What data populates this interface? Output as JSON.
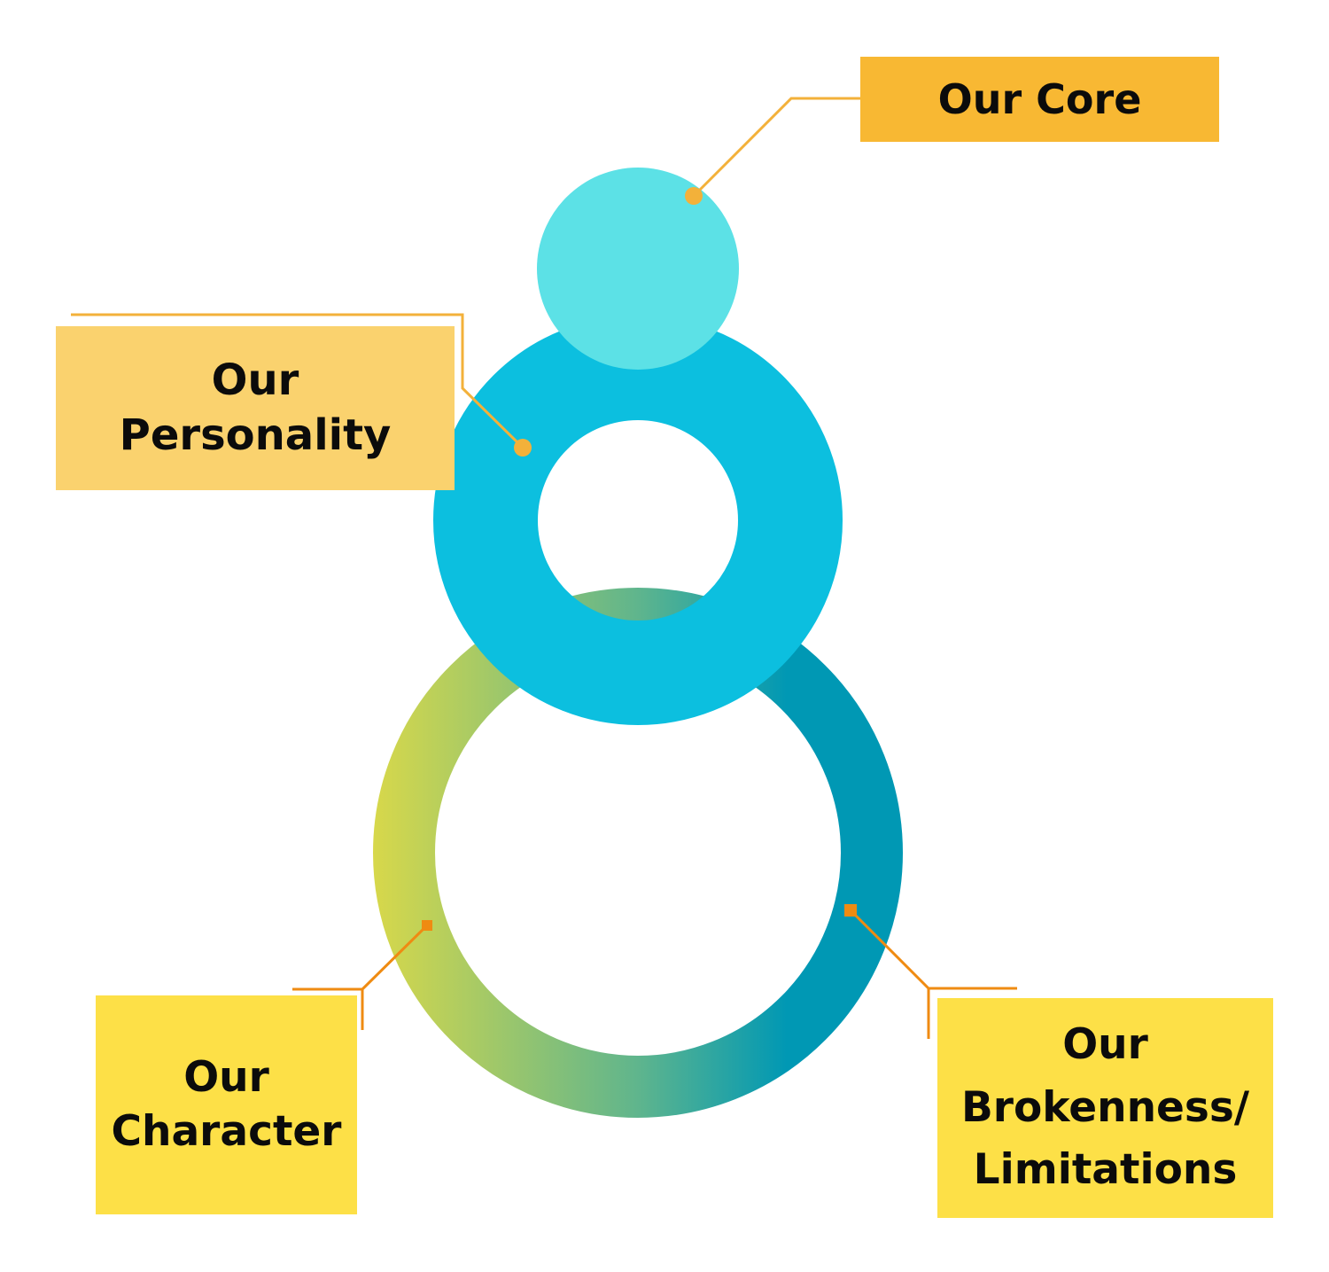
{
  "labels": {
    "core": {
      "line1": "Our Core"
    },
    "personality": {
      "line1": "Our",
      "line2": "Personality"
    },
    "character": {
      "line1": "Our",
      "line2": "Character"
    },
    "brokenness": {
      "line1": "Our",
      "line2": "Brokenness/",
      "line3": "Limitations"
    }
  },
  "colors": {
    "core_circle": "#5ce1e6",
    "personality_ring": "#0cbfdf",
    "character_ring_start": "#d8d84a",
    "character_ring_mid": "#5fb58d",
    "character_ring_end": "#0098b4",
    "core_box": "#f8b833",
    "personality_box": "#fad26e",
    "character_box": "#fde047",
    "brokenness_box": "#fde047",
    "connector_gold": "#f3b13a",
    "connector_orange": "#ef8b12"
  }
}
